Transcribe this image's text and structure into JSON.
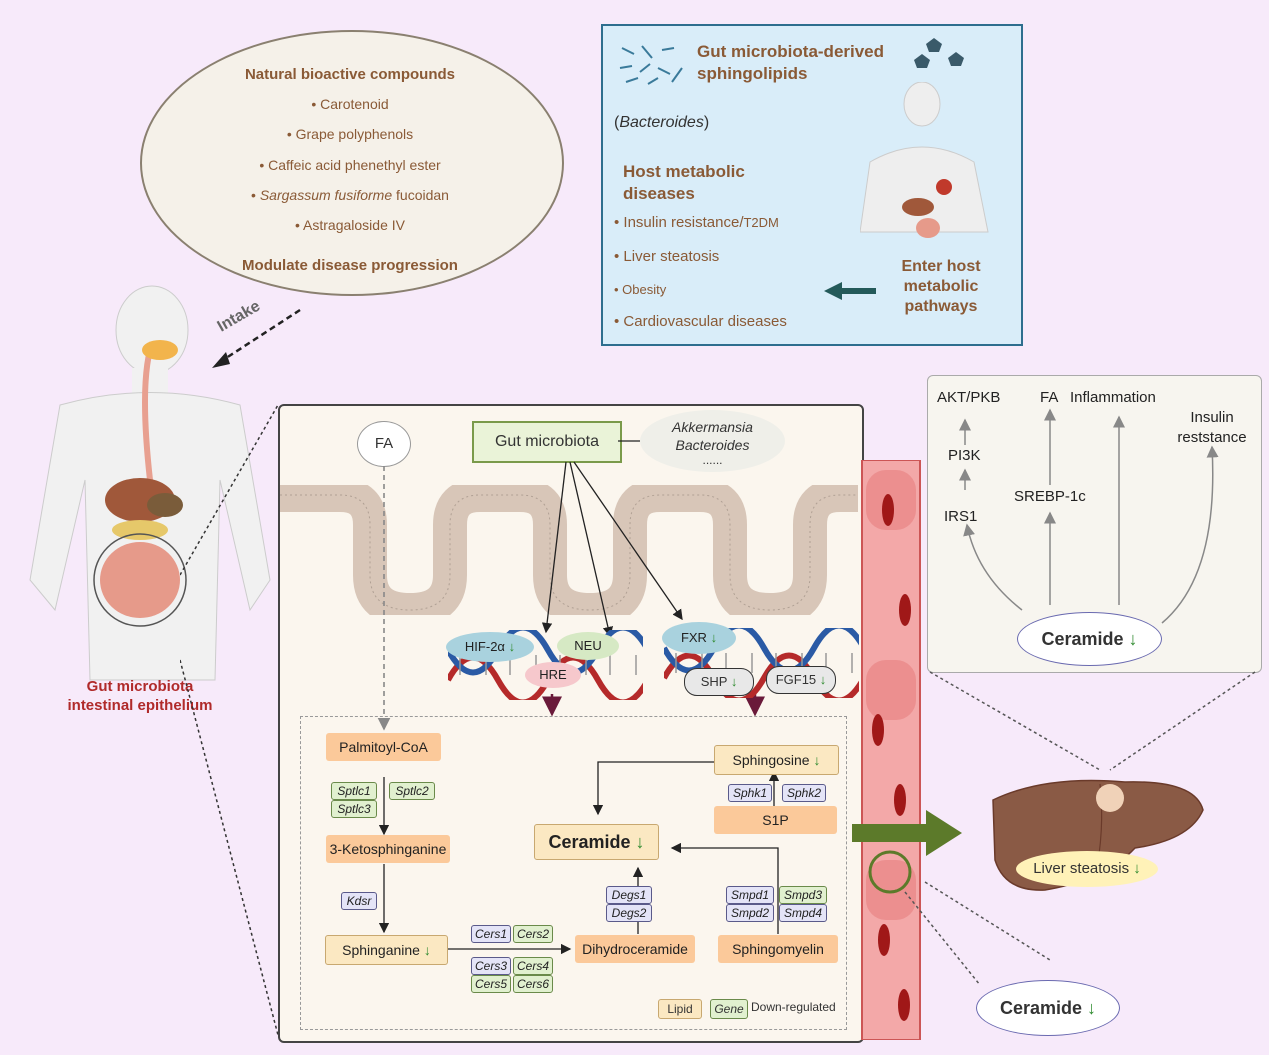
{
  "bubble": {
    "title": "Natural bioactive compounds",
    "items": [
      "Carotenoid",
      "Grape polyphenols",
      "Caffeic acid phenethyl ester",
      "Sargassum fusiforme",
      "fucoidan",
      "Astragaloside IV"
    ],
    "footer": "Modulate disease progression"
  },
  "intake_label": "Intake",
  "body_label_1": "Gut microbiota",
  "body_label_2": "intestinal epithelium",
  "infobox": {
    "title_1": "Gut microbiota-derived",
    "title_2": "sphingolipids",
    "bacteroides": "Bacteroides",
    "diseases_title_1": "Host metabolic",
    "diseases_title_2": "diseases",
    "diseases": [
      "Insulin resistance/",
      "T2DM",
      "Liver steatosis",
      "Obesity",
      "Cardiovascular diseases"
    ],
    "enter_1": "Enter host",
    "enter_2": "metabolic",
    "enter_3": "pathways"
  },
  "panel": {
    "fa": "FA",
    "gut_microbiota": "Gut microbiota",
    "akkermansia": "Akkermansia",
    "bacteroides": "Bacteroides",
    "ellipsis": "......",
    "hif": "HIF-2α",
    "neu": "NEU",
    "hre": "HRE",
    "fxr": "FXR",
    "shp": "SHP",
    "fgf15": "FGF15",
    "palmitoyl": "Palmitoyl-CoA",
    "ketosphinganine": "3-Ketosphinganine",
    "sphinganine": "Sphinganine",
    "dihydroceramide": "Dihydroceramide",
    "sphingomyelin": "Sphingomyelin",
    "ceramide": "Ceramide",
    "sphingosine": "Sphingosine",
    "s1p": "S1P",
    "sptlc1": "Sptlc1",
    "sptlc2": "Sptlc2",
    "sptlc3": "Sptlc3",
    "kdsr": "Kdsr",
    "cers1": "Cers1",
    "cers2": "Cers2",
    "cers3": "Cers3",
    "cers4": "Cers4",
    "cers5": "Cers5",
    "cers6": "Cers6",
    "degs1": "Degs1",
    "degs2": "Degs2",
    "smpd1": "Smpd1",
    "smpd2": "Smpd2",
    "smpd3": "Smpd3",
    "smpd4": "Smpd4",
    "sphk1": "Sphk1",
    "sphk2": "Sphk2",
    "legend_lipid": "Lipid",
    "legend_gene": "Gene",
    "legend_text": "Down-regulated"
  },
  "right_box": {
    "akt": "AKT/PKB",
    "fa": "FA",
    "inflammation": "Inflammation",
    "insulin_1": "Insulin",
    "insulin_2": "reststance",
    "pi3k": "PI3K",
    "irs1": "IRS1",
    "srebp": "SREBP-1c",
    "ceramide": "Ceramide"
  },
  "liver_label": "Liver steatosis",
  "ceramide_bottom": "Ceramide",
  "down_arrow": "↓",
  "colors": {
    "background": "#f7eafa",
    "lipid": "#fbc99a",
    "gene_green": "#e1f0cf",
    "gene_blue": "#e4e4f7",
    "vessel": "#f3a8a8",
    "arrow_green": "#5c7a2a"
  }
}
